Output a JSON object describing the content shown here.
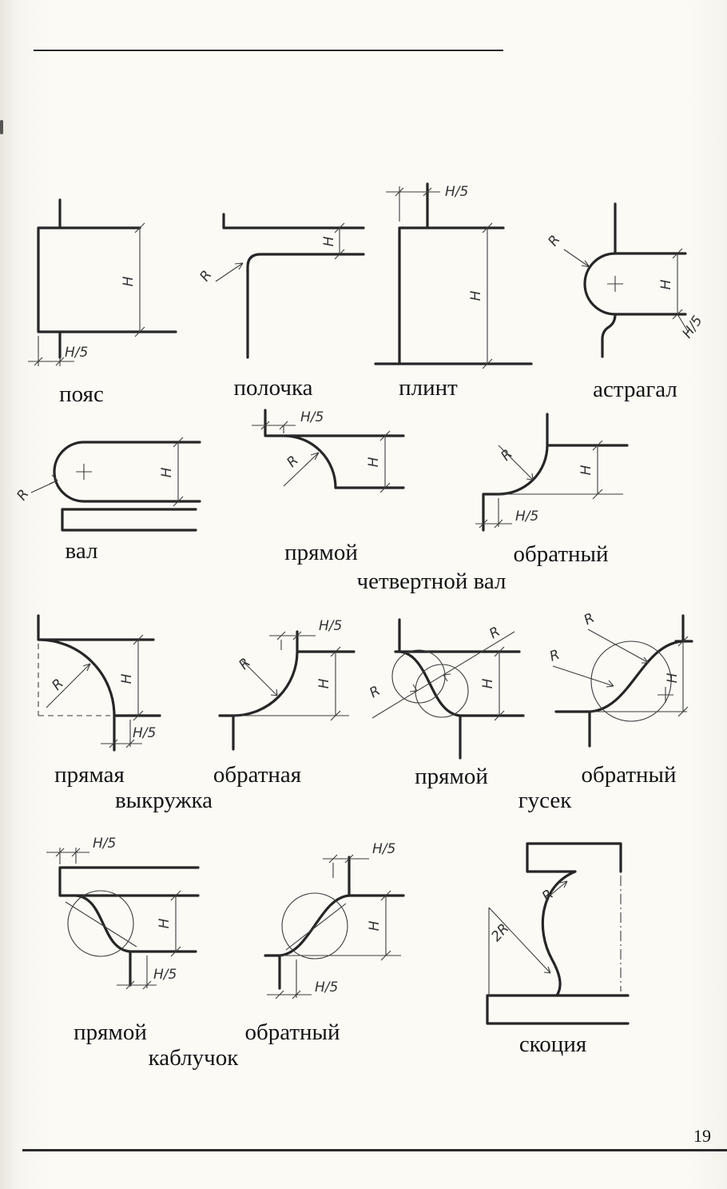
{
  "page": {
    "number": "19",
    "ink": "#262626",
    "paper": "#fbfaf5"
  },
  "dims": {
    "h": "Н",
    "h5": "Н/5",
    "r": "R",
    "r2": "2R"
  },
  "captions": {
    "poyas": "пояс",
    "polochka": "полочка",
    "plint": "плинт",
    "astragal": "астрагал",
    "val": "вал",
    "quarter_direct": "прямой",
    "quarter_reverse": "обратный",
    "quarter_group": "четвертной вал",
    "cavetto_direct": "прямая",
    "cavetto_reverse": "обратная",
    "cavetto_group": "выкружка",
    "gusek_direct": "прямой",
    "gusek_reverse": "обратный",
    "gusek_group": "гусек",
    "kabluchok_direct": "прямой",
    "kabluchok_reverse": "обратный",
    "kabluchok_group": "каблучок",
    "scotia": "скоция"
  }
}
